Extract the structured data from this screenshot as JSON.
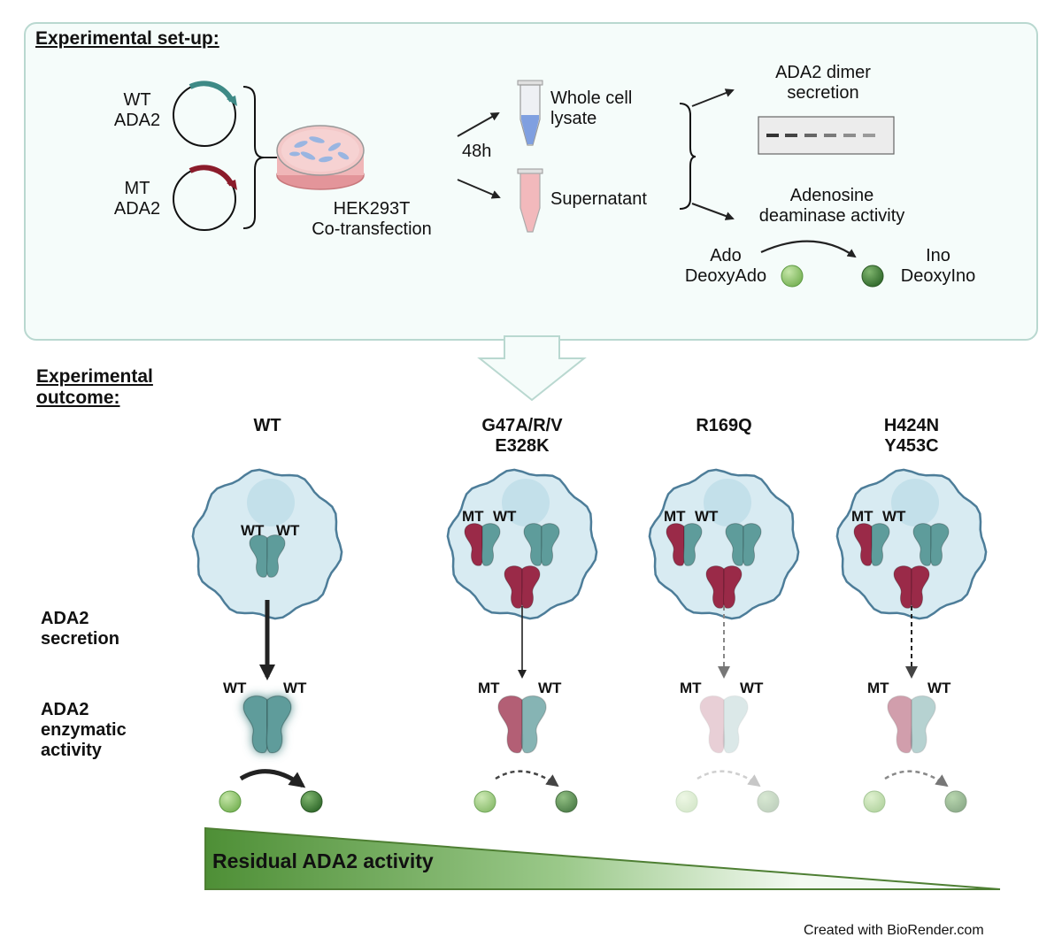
{
  "setup": {
    "heading": "Experimental set-up:",
    "plasmids": [
      {
        "label_line1": "WT",
        "label_line2": "ADA2",
        "color": "#3e8a86"
      },
      {
        "label_line1": "MT",
        "label_line2": "ADA2",
        "color": "#8b1c2b"
      }
    ],
    "dish_label_line1": "HEK293T",
    "dish_label_line2": "Co-transfection",
    "time_label": "48h",
    "tubes": [
      {
        "label_line1": "Whole cell",
        "label_line2": "lysate",
        "fill": "#7f9fe0"
      },
      {
        "label_line1": "Supernatant",
        "label_line2": "",
        "fill": "#f2b9bc"
      }
    ],
    "readouts": [
      {
        "line1": "ADA2 dimer",
        "line2": "secretion"
      },
      {
        "line1": "Adenosine",
        "line2": "deaminase activity"
      }
    ],
    "reaction": {
      "substrate_line1": "Ado",
      "substrate_line2": "DeoxyAdo",
      "product_line1": "Ino",
      "product_line2": "DeoxyIno"
    }
  },
  "outcome": {
    "heading_line1": "Experimental",
    "heading_line2": "outcome:",
    "row_labels": {
      "secretion_line1": "ADA2",
      "secretion_line2": "secretion",
      "activity_line1": "ADA2",
      "activity_line2": "enzymatic",
      "activity_line3": "activity"
    },
    "columns": [
      {
        "title_line1": "WT",
        "title_line2": "",
        "cell_label_a": "WT",
        "cell_label_b": "WT",
        "secreted_a": "WT",
        "secreted_b": "WT",
        "secretion": "strong",
        "activity": "full"
      },
      {
        "title_line1": "G47A/R/V",
        "title_line2": "E328K",
        "cell_label_a": "MT",
        "cell_label_b": "WT",
        "secreted_a": "MT",
        "secreted_b": "WT",
        "secretion": "reduced",
        "activity": "reduced"
      },
      {
        "title_line1": "R169Q",
        "title_line2": "",
        "cell_label_a": "MT",
        "cell_label_b": "WT",
        "secreted_a": "MT",
        "secreted_b": "WT",
        "secretion": "very low",
        "activity": "minimal"
      },
      {
        "title_line1": "H424N",
        "title_line2": "Y453C",
        "cell_label_a": "MT",
        "cell_label_b": "WT",
        "secreted_a": "MT",
        "secreted_b": "WT",
        "secretion": "low",
        "activity": "low"
      }
    ],
    "gradient_label": "Residual ADA2 activity"
  },
  "colors": {
    "wt_protein": "#5e9c9b",
    "mt_protein": "#9a2a48",
    "substrate": "#8cc46a",
    "product": "#3f7f38",
    "panel_border": "#b9d8d0",
    "gradient_start": "#4e8f36"
  },
  "footer": "Created with BioRender.com"
}
